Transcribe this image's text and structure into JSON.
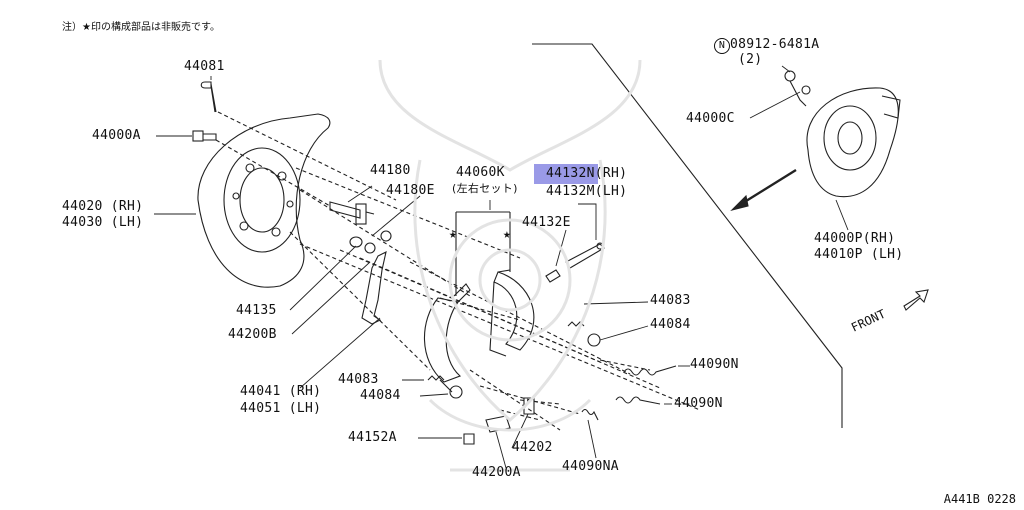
{
  "note": "注）★印の構成部品は非販売です。",
  "diagram_code": "A441B 0228",
  "front_label": "FRONT",
  "star_symbol": "★",
  "highlight_color": "#8f8fe4",
  "labels": {
    "p44081": "44081",
    "p44000A": "44000A",
    "p44020": "44020 (RH)",
    "p44030": "44030 (LH)",
    "p44180": "44180",
    "p44180E": "44180E",
    "p44060K": "44060K",
    "p44060K_sub": "(左右セット)",
    "p44132N": "44132N(RH)",
    "p44132M": "44132M(LH)",
    "p44132E": "44132E",
    "p08912": "08912-6481A",
    "p08912_qty": "(2)",
    "p44000C": "44000C",
    "p44000P": "44000P(RH)",
    "p44010P": "44010P (LH)",
    "p44135": "44135",
    "p44200B": "44200B",
    "p44083_a": "44083",
    "p44084_a": "44084",
    "p44090N_a": "44090N",
    "p44090N_b": "44090N",
    "p44041": "44041 (RH)",
    "p44051": "44051 (LH)",
    "p44083_b": "44083",
    "p44084_b": "44084",
    "p44152A": "44152A",
    "p44202": "44202",
    "p44200A": "44200A",
    "p44090NA": "44090NA"
  }
}
